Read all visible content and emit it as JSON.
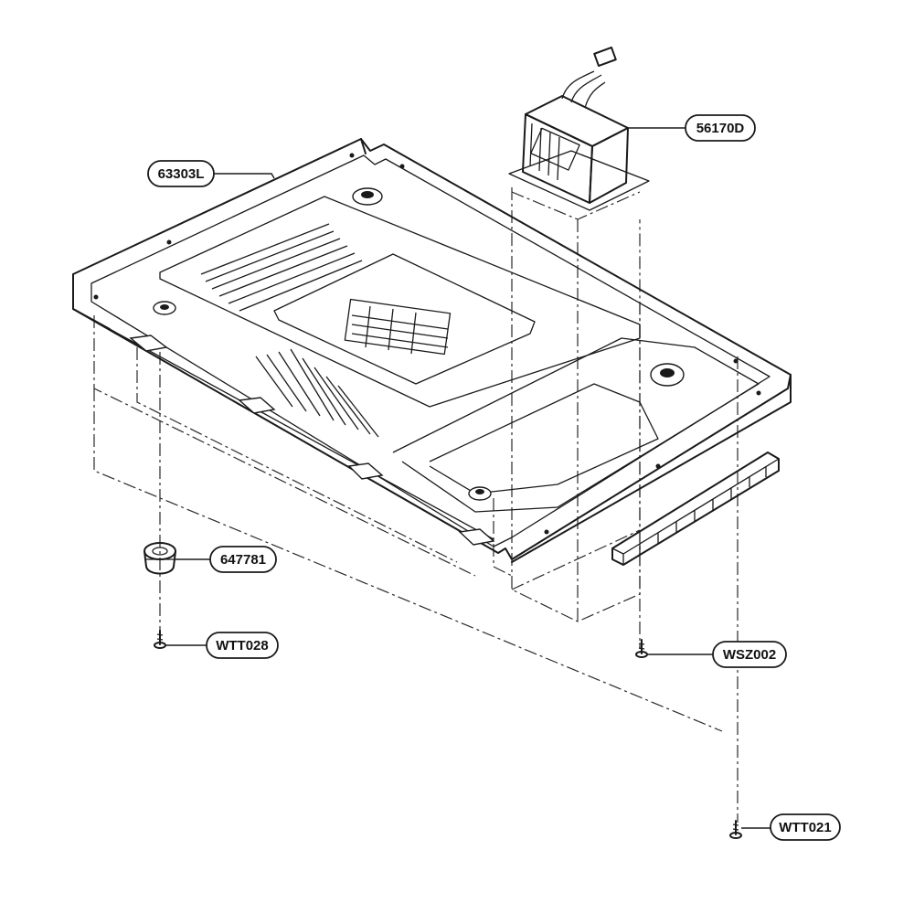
{
  "parts": {
    "base_plate": {
      "part_no": "63303L"
    },
    "transformer": {
      "part_no": "56170D"
    },
    "foot": {
      "part_no": "647781"
    },
    "screw_foot": {
      "part_no": "WTT028"
    },
    "screw_transformer": {
      "part_no": "WSZ002"
    },
    "screw_base": {
      "part_no": "WTT021"
    }
  }
}
